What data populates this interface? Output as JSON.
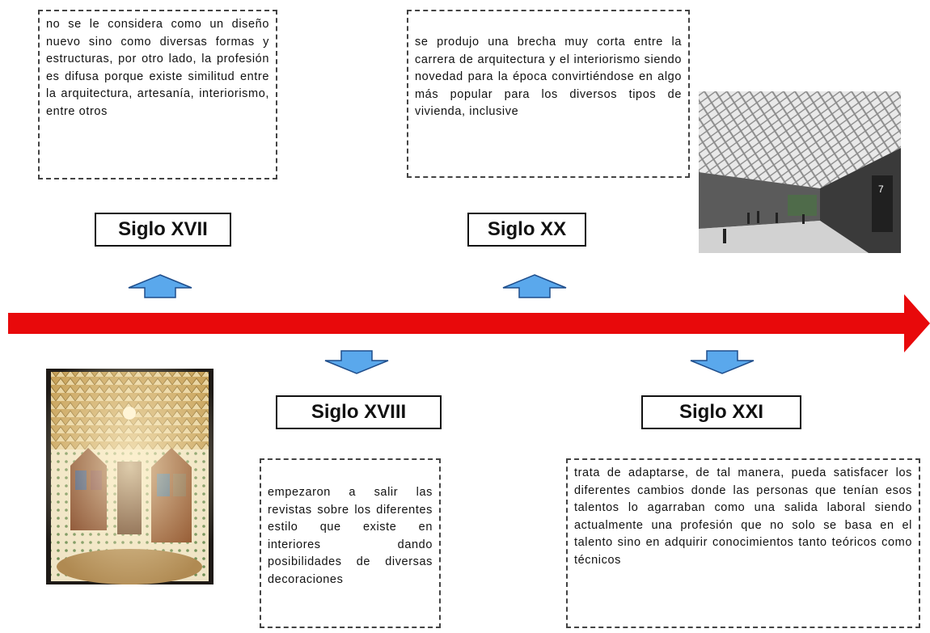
{
  "events": [
    {
      "label": "Siglo XVII",
      "text": "no se le considera como un diseño nuevo sino como diversas formas y estructuras, por otro lado, la profesión es difusa porque existe similitud entre la arquitectura, artesanía, interiorismo, entre otros"
    },
    {
      "label": "Siglo XX",
      "text": "se produjo una brecha muy corta entre la carrera de arquitectura y el interiorismo siendo novedad para la época convirtiéndose en algo más popular para los diversos tipos de vivienda, inclusive"
    },
    {
      "label": "Siglo XVIII",
      "text": "empezaron a salir las revistas sobre los diferentes estilo que existe en interiores dando posibilidades de diversas decoraciones"
    },
    {
      "label": "Siglo XXI",
      "text": "trata de adaptarse, de tal manera, pueda satisfacer los diferentes cambios donde las personas que tenían esos talentos lo agarraban como una salida laboral siendo actualmente una profesión que no solo se basa en el talento sino en adquirir conocimientos tanto teóricos como técnicos"
    }
  ],
  "colors": {
    "timeline": "#e8090b",
    "arrow_fill": "#5aa8ec",
    "arrow_stroke": "#1f4e8c"
  }
}
